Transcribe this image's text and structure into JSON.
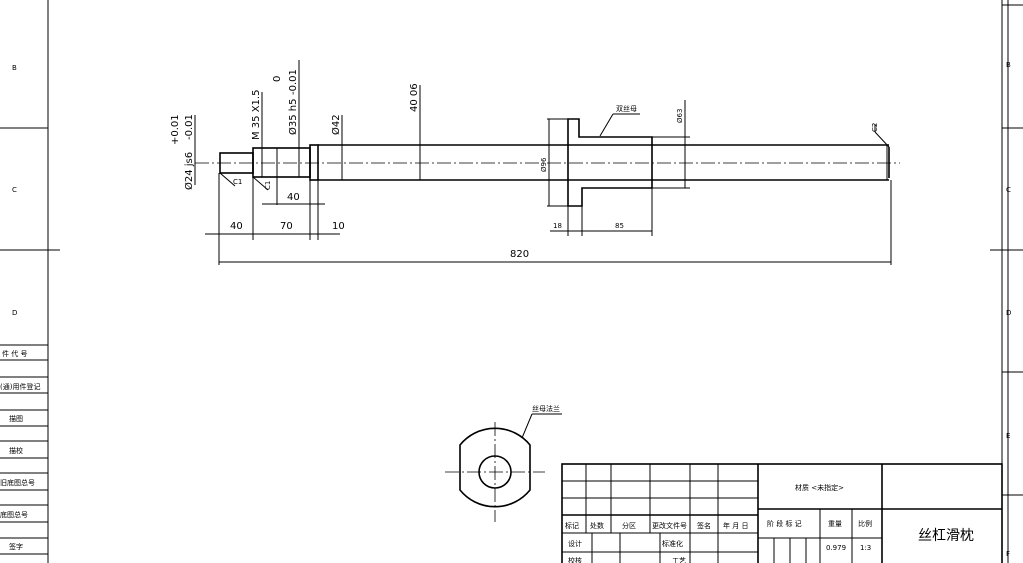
{
  "frame": {
    "zones_left": [
      "B",
      "C",
      "D"
    ],
    "zones_right": [
      "B",
      "C",
      "D",
      "E",
      "F"
    ]
  },
  "side_table": [
    "件 代 号",
    "(通)用件登记",
    "描图",
    "描校",
    "旧底图总号",
    "底图总号",
    "签字"
  ],
  "dims": {
    "d24": "Ø24 js6",
    "d24_tol_up": "+0.01",
    "d24_tol_lo": "-0.01",
    "m35": "M 35 X1.5",
    "d35": "Ø35 h5",
    "d35_tol_up": "0",
    "d35_tol_lo": "-0.01",
    "d42": "Ø42",
    "d40": "40 06",
    "d96": "Ø96",
    "d63": "Ø63",
    "c1a": "C1",
    "c1b": "C1",
    "c2": "C2",
    "l40_upper": "40",
    "l40": "40",
    "l70": "70",
    "l10": "10",
    "l18": "18",
    "l85": "85",
    "l820": "820"
  },
  "annotations": {
    "nut": "双丝母",
    "nut_flange": "丝母法兰"
  },
  "title_block": {
    "headers": [
      "标记",
      "处数",
      "分区",
      "更改文件号",
      "签名",
      "年 月 日"
    ],
    "design": "设计",
    "standardize": "标准化",
    "check": "校核",
    "process": "工艺",
    "material": "材质 <未指定>",
    "stage": "阶 段 标 记",
    "weight_label": "重量",
    "scale_label": "比例",
    "weight": "0.979",
    "scale": "1:3",
    "name": "丝杠滑枕"
  }
}
